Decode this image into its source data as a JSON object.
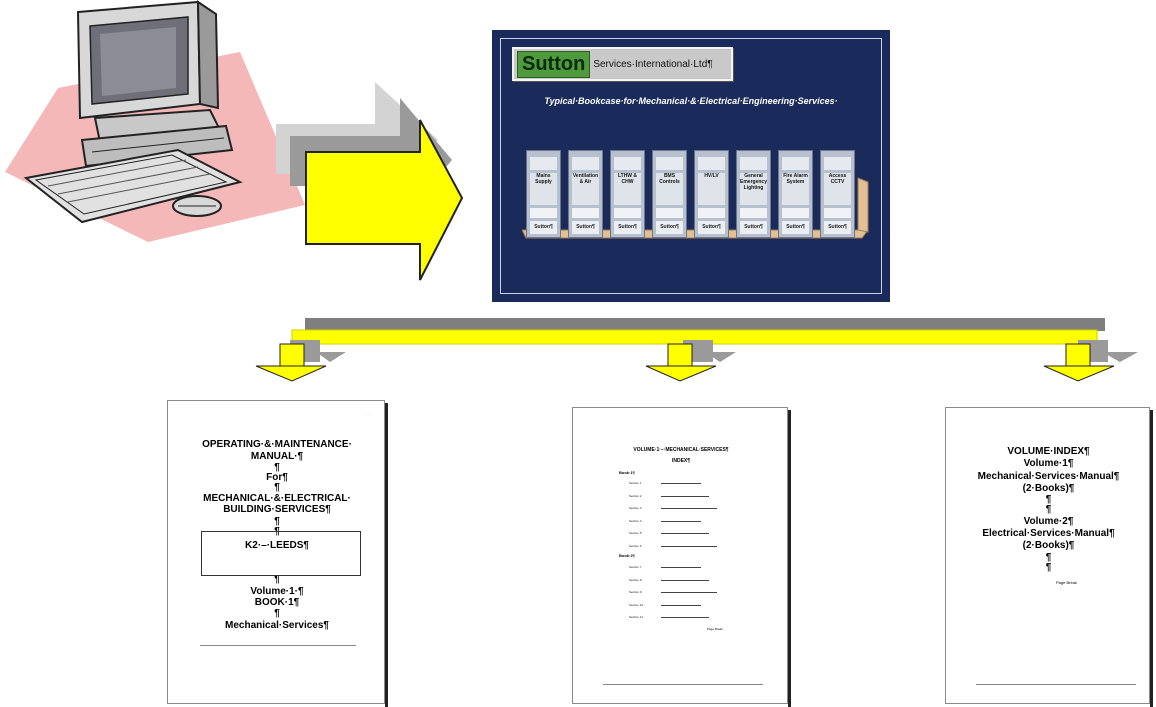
{
  "bookcase": {
    "brand_name": "Sutton",
    "brand_sub": "Services·International·Ltd¶",
    "title": "Typical·Bookcase·for·Mechanical·&·Electrical·Engineering·Services·",
    "books": [
      {
        "label": "Mains Supply",
        "foot": "Sutton¶"
      },
      {
        "label": "Ventilation & Air",
        "foot": "Sutton¶"
      },
      {
        "label": "LTHW & CHW",
        "foot": "Sutton¶"
      },
      {
        "label": "BMS Controls",
        "foot": "Sutton¶"
      },
      {
        "label": "HV/LV",
        "foot": "Sutton¶"
      },
      {
        "label": "General Emergency Lighting",
        "foot": "Sutton¶"
      },
      {
        "label": "Fire Alarm System",
        "foot": "Sutton¶"
      },
      {
        "label": "Access CCTV",
        "foot": "Sutton¶"
      }
    ]
  },
  "doc1": {
    "lines": [
      "OPERATING·&·MAINTENANCE·",
      "MANUAL·¶",
      "¶",
      "For¶",
      "¶",
      "MECHANICAL·&·ELECTRICAL·",
      "BUILDING·SERVICES¶",
      "¶",
      "¶",
      "K2·–·LEEDS¶",
      "¶",
      "Volume·1·¶",
      "BOOK·1¶",
      "¶",
      "Mechanical·Services¶"
    ]
  },
  "doc2": {
    "title": "VOLUME·1·–·MECHANICAL·SERVICES¶",
    "subtitle": "INDEX¶",
    "book1": "Book·1¶",
    "book2": "Book·2¶",
    "rows_book1": [
      "Section 1",
      "Section 2",
      "Section 3",
      "Section 4",
      "Section 5",
      "Section 6"
    ],
    "rows_book2": [
      "Section 7",
      "Section 8",
      "Section 9",
      "Section 10",
      "Section 11"
    ],
    "page_break": "Page Break"
  },
  "doc3": {
    "lines": [
      "VOLUME·INDEX¶",
      "Volume·1¶",
      "Mechanical·Services·Manual¶",
      "(2·Books)¶",
      "¶",
      "¶",
      "Volume·2¶",
      "Electrical·Services·Manual¶",
      "(2·Books)¶",
      "¶",
      "¶"
    ],
    "page_break": "Page Break"
  }
}
